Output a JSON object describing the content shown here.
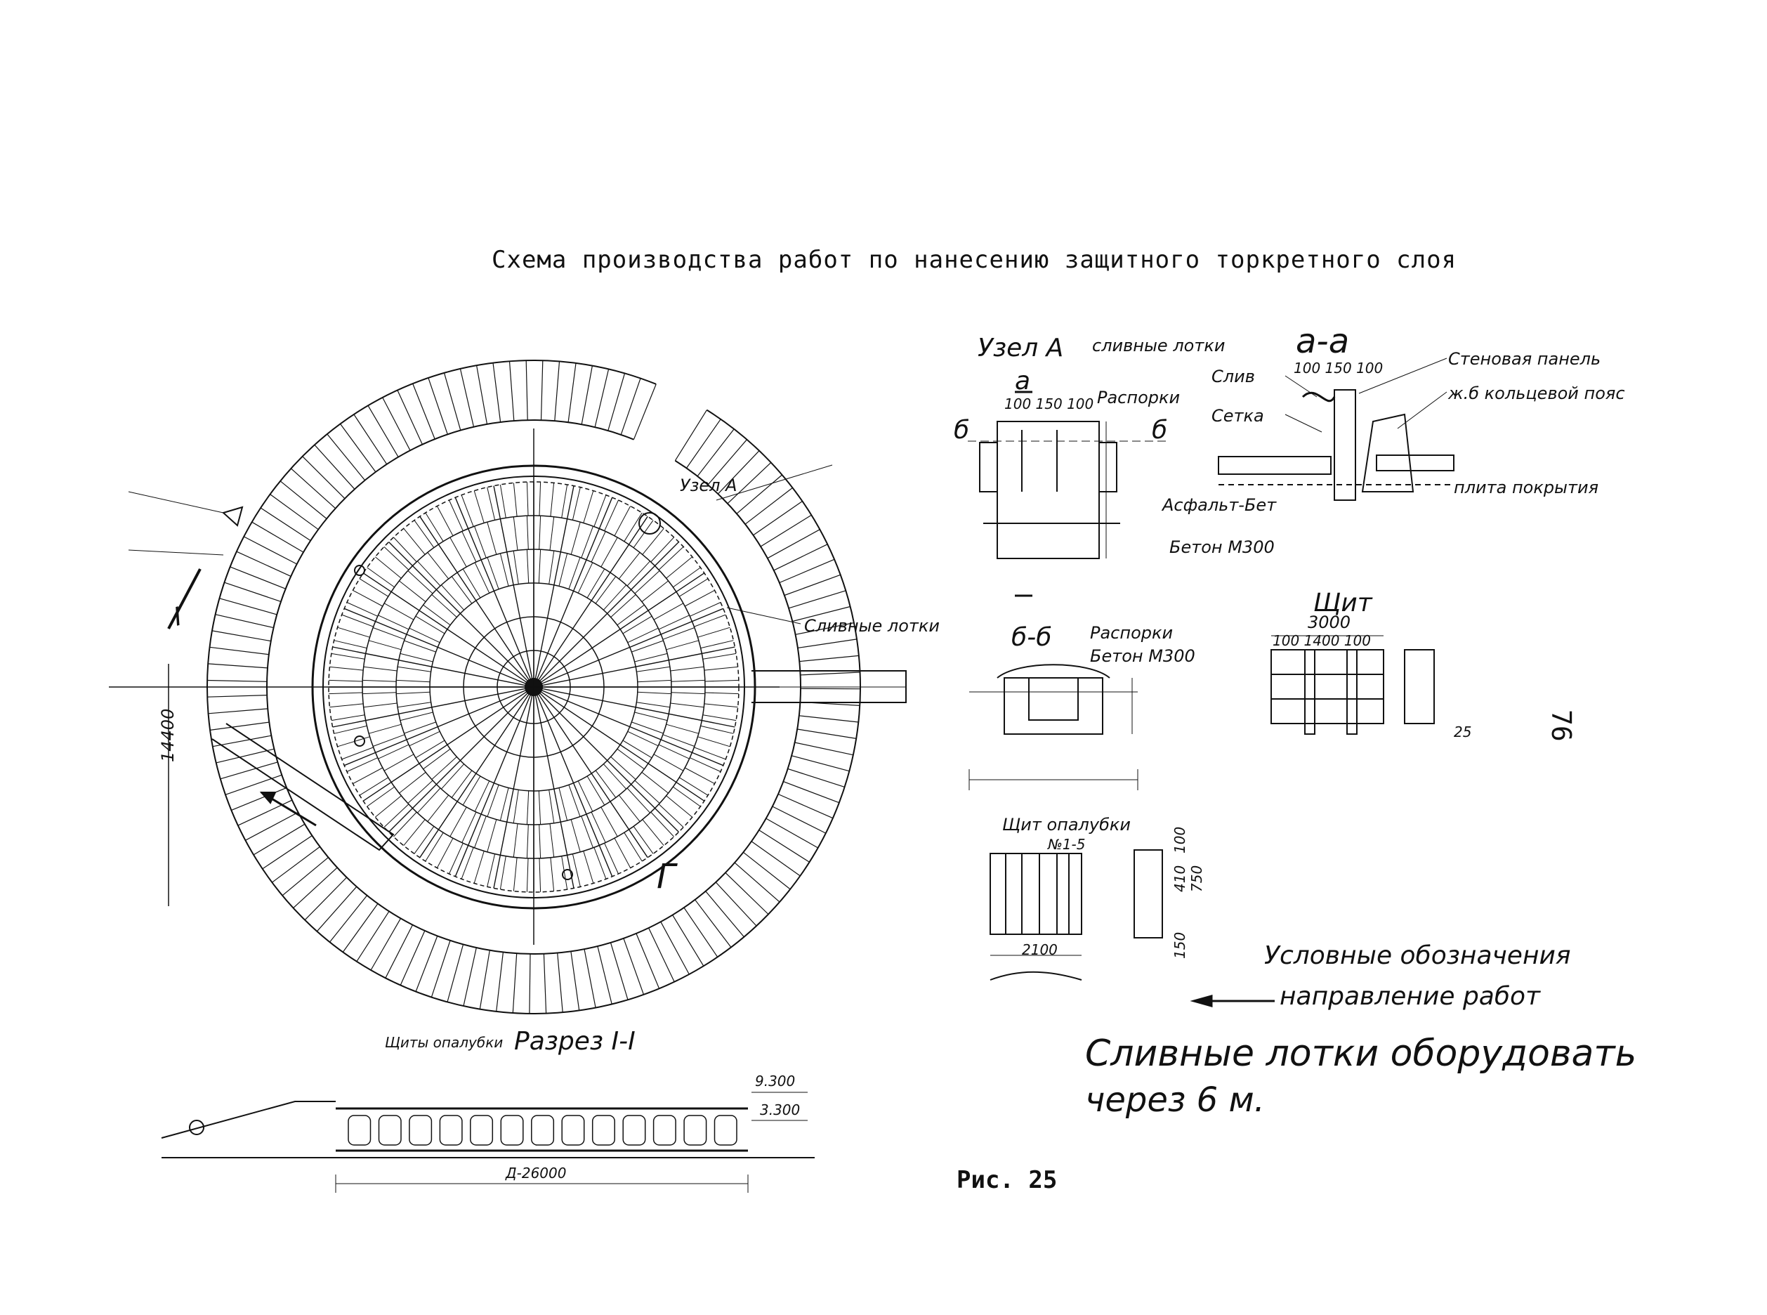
{
  "page": {
    "title": "Схема производства работ по нанесению защитного торкретного слоя",
    "page_number": "76",
    "figure_caption": "Рис. 25"
  },
  "plan": {
    "label_node_a": "Узел А",
    "label_section_mark": "I",
    "label_gamma": "Г",
    "dim_1440": "14400",
    "label_sliv_lotki": "Сливные лотки"
  },
  "node_a": {
    "title": "Узел А",
    "sub": "сливные лотки",
    "mark_a": "а",
    "mark_b": "б",
    "label_rasporki": "Распорки",
    "dims_top": "100 150 100"
  },
  "section_aa": {
    "title": "а-а",
    "label_sliv": "Слив",
    "label_setka": "Сетка",
    "label_panel": "Стеновая панель",
    "label_poyas": "ж.б кольцевой пояс",
    "label_plita": "плита покрытия",
    "label_asfalt": "Асфальт-Бет",
    "label_beton": "Бетон М300",
    "dims_top": "100 150 100"
  },
  "section_bb": {
    "title": "б-б",
    "label_rasporki": "Распорки",
    "label_beton": "Бетон М300"
  },
  "shield": {
    "title": "Щит",
    "dim": "3000",
    "dims_top": "100 1400 100",
    "dim_25": "25"
  },
  "shield_formwork": {
    "title": "Щит опалубки",
    "sub": "№1-5",
    "dim_width": "2100",
    "dim_410": "410",
    "dim_750": "750",
    "dim_150": "150",
    "dim_100": "100"
  },
  "section_ii": {
    "title": "Разрез I-I",
    "dim_total": "Д-26000",
    "elev_top": "9.300",
    "elev_bottom": "3.300",
    "label_shity": "Щиты опалубки"
  },
  "legend": {
    "title": "Условные обозначения",
    "arrow_text": "направление работ",
    "note_line1": "Сливные лотки оборудовать",
    "note_line2": "через 6 м."
  }
}
